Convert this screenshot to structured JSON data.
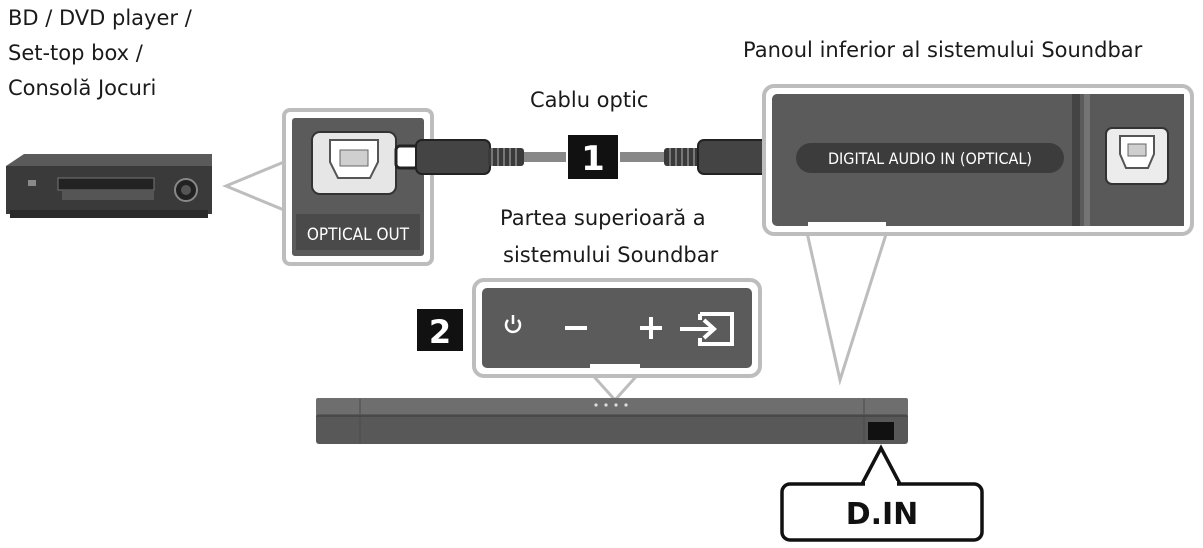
{
  "source_device": {
    "lines": [
      "BD / DVD player /",
      "Set-top box /",
      "Consolă Jocuri"
    ]
  },
  "labels": {
    "bottom_panel": "Panoul inferior al sistemului Soundbar",
    "cable": "Cablu optic",
    "top_line1": "Partea superioară a",
    "top_line2": "sistemului Soundbar",
    "optical_out": "OPTICAL OUT",
    "digital_audio_in": "DIGITAL AUDIO IN (OPTICAL)",
    "d_in": "D.IN"
  },
  "steps": {
    "step1": "1",
    "step2": "2"
  },
  "top_panel_icons": [
    "power-icon",
    "volume-down-icon",
    "volume-up-icon",
    "source-input-icon"
  ],
  "colors": {
    "panel_bg": "#5b5b5b",
    "panel_dark": "#3c3c3c",
    "callout_border": "#bdbdbd",
    "soundbar": "#5e5e5e",
    "badge": "#111111"
  }
}
